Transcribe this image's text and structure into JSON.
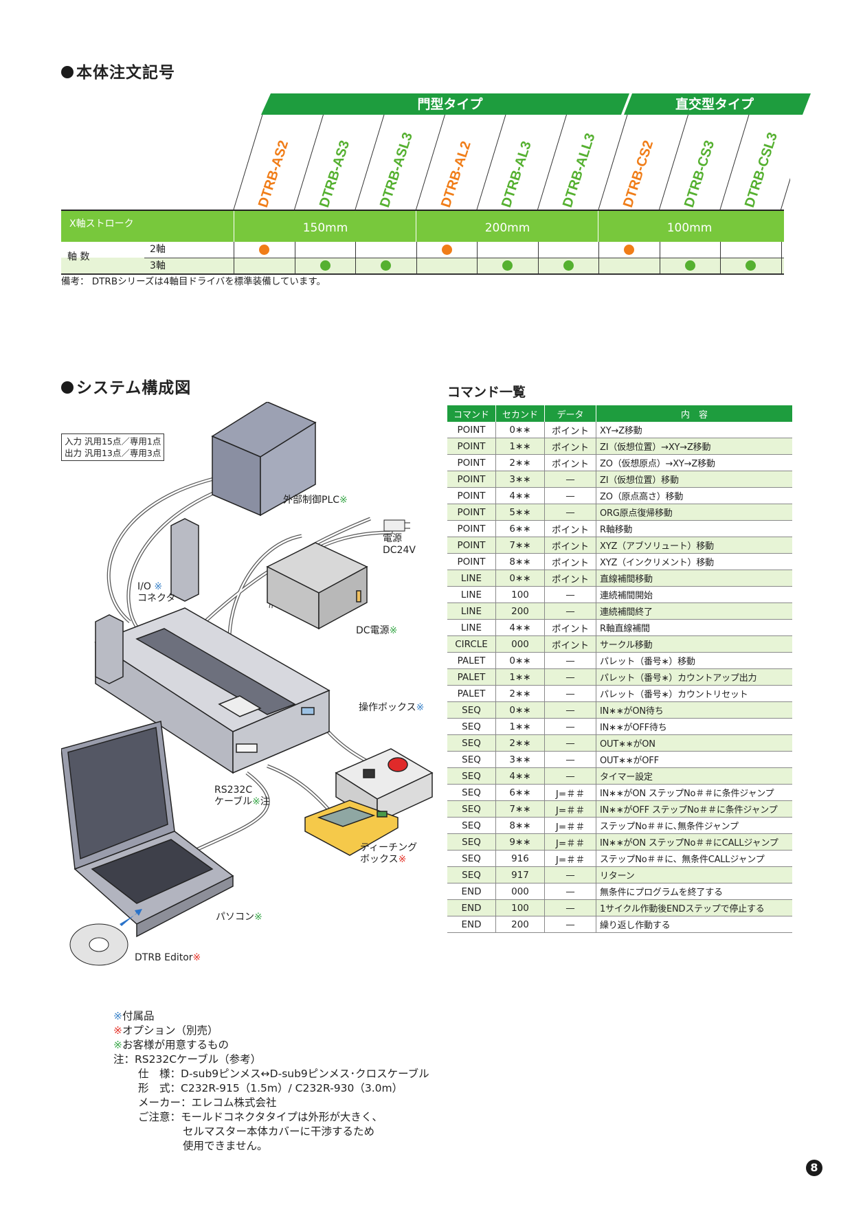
{
  "order_section": {
    "title": "本体注文記号",
    "group_gantry": "門型タイプ",
    "group_cartesian": "直交型タイプ",
    "models": [
      "DTRB-AS2",
      "DTRB-AS3",
      "DTRB-ASL3",
      "DTRB-AL2",
      "DTRB-AL3",
      "DTRB-ALL3",
      "DTRB-CS2",
      "DTRB-CS3",
      "DTRB-CSL3"
    ],
    "stroke_label": "X軸ストローク",
    "strokes": [
      "150mm",
      "200mm",
      "100mm"
    ],
    "axes_label": "軸 数",
    "axis2": "2軸",
    "axis3": "3軸",
    "note": "備考： DTRBシリーズは4軸目ドライバを標準装備しています。",
    "axis2_models": [
      0,
      3,
      6
    ],
    "axis3_models": [
      1,
      2,
      4,
      5,
      7,
      8
    ]
  },
  "system_section": {
    "title": "システム構成図",
    "io_box_line1": "入力 汎用15点／専用1点",
    "io_box_line2": "出力 汎用13点／専用3点",
    "plc": "外部制御PLC",
    "power_line1": "電源",
    "power_line2": "DC24V",
    "io_line1": "I/O",
    "io_line2": "コネクタ",
    "dc_power": "DC電源",
    "op_box": "操作ボックス",
    "rs_line1": "RS232C",
    "rs_line2": "ケーブル",
    "rs_suffix": "注",
    "teach_line1": "ティーチング",
    "teach_line2": "ボックス",
    "pc": "パソコン",
    "editor": "DTRB Editor",
    "mark": "※"
  },
  "command_section": {
    "title": "コマンド一覧",
    "headers": [
      "コマンド",
      "セカンド",
      "データ",
      "内　容"
    ],
    "rows": [
      [
        "POINT",
        "0∗∗",
        "ポイント",
        "XY→Z移動"
      ],
      [
        "POINT",
        "1∗∗",
        "ポイント",
        "ZI（仮想位置）→XY→Z移動"
      ],
      [
        "POINT",
        "2∗∗",
        "ポイント",
        "ZO（仮想原点）→XY→Z移動"
      ],
      [
        "POINT",
        "3∗∗",
        "—",
        "ZI（仮想位置）移動"
      ],
      [
        "POINT",
        "4∗∗",
        "—",
        "ZO（原点高さ）移動"
      ],
      [
        "POINT",
        "5∗∗",
        "—",
        "ORG原点復帰移動"
      ],
      [
        "POINT",
        "6∗∗",
        "ポイント",
        "R軸移動"
      ],
      [
        "POINT",
        "7∗∗",
        "ポイント",
        "XYZ（アブソリュート）移動"
      ],
      [
        "POINT",
        "8∗∗",
        "ポイント",
        "XYZ（インクリメント）移動"
      ],
      [
        "LINE",
        "0∗∗",
        "ポイント",
        "直線補間移動"
      ],
      [
        "LINE",
        "100",
        "—",
        "連続補間開始"
      ],
      [
        "LINE",
        "200",
        "—",
        "連続補間終了"
      ],
      [
        "LINE",
        "4∗∗",
        "ポイント",
        "R軸直線補間"
      ],
      [
        "CIRCLE",
        "000",
        "ポイント",
        "サークル移動"
      ],
      [
        "PALET",
        "0∗∗",
        "—",
        "パレット（番号∗）移動"
      ],
      [
        "PALET",
        "1∗∗",
        "—",
        "パレット（番号∗）カウントアップ出力"
      ],
      [
        "PALET",
        "2∗∗",
        "—",
        "パレット（番号∗）カウントリセット"
      ],
      [
        "SEQ",
        "0∗∗",
        "—",
        "IN∗∗がON待ち"
      ],
      [
        "SEQ",
        "1∗∗",
        "—",
        "IN∗∗がOFF待ち"
      ],
      [
        "SEQ",
        "2∗∗",
        "—",
        "OUT∗∗がON"
      ],
      [
        "SEQ",
        "3∗∗",
        "—",
        "OUT∗∗がOFF"
      ],
      [
        "SEQ",
        "4∗∗",
        "—",
        "タイマー設定"
      ],
      [
        "SEQ",
        "6∗∗",
        "J=＃＃",
        "IN∗∗がON ステップNo＃＃に条件ジャンプ"
      ],
      [
        "SEQ",
        "7∗∗",
        "J=＃＃",
        "IN∗∗がOFF ステップNo＃＃に条件ジャンプ"
      ],
      [
        "SEQ",
        "8∗∗",
        "J=＃＃",
        "ステップNo＃＃に､無条件ジャンプ"
      ],
      [
        "SEQ",
        "9∗∗",
        "J=＃＃",
        "IN∗∗がON ステップNo＃＃にCALLジャンプ"
      ],
      [
        "SEQ",
        "916",
        "J=＃＃",
        "ステップNo＃＃に、無条件CALLジャンプ"
      ],
      [
        "SEQ",
        "917",
        "—",
        "リターン"
      ],
      [
        "END",
        "000",
        "—",
        "無条件にプログラムを終了する"
      ],
      [
        "END",
        "100",
        "—",
        "1サイクル作動後ENDステップで停止する"
      ],
      [
        "END",
        "200",
        "—",
        "繰り返し作動する"
      ]
    ]
  },
  "notes": {
    "accessory": "付属品",
    "option": "オプション（別売）",
    "customer": "お客様が用意するもの",
    "cable_title": "注：RS232Cケーブル（参考）",
    "spec_label": "仕　様：",
    "spec": "D-sub9ピンメス↔D-sub9ピンメス･クロスケーブル",
    "model_label": "形　式：",
    "model": "C232R-915（1.5m）/ C232R-930（3.0m）",
    "maker_label": "メーカー：",
    "maker": "エレコム株式会社",
    "caution_label": "ご注意：",
    "caution1": "モールドコネクタタイプは外形が大きく、",
    "caution2": "セルマスター本体カバーに干渉するため",
    "caution3": "使用できません。"
  },
  "page_number": "8"
}
